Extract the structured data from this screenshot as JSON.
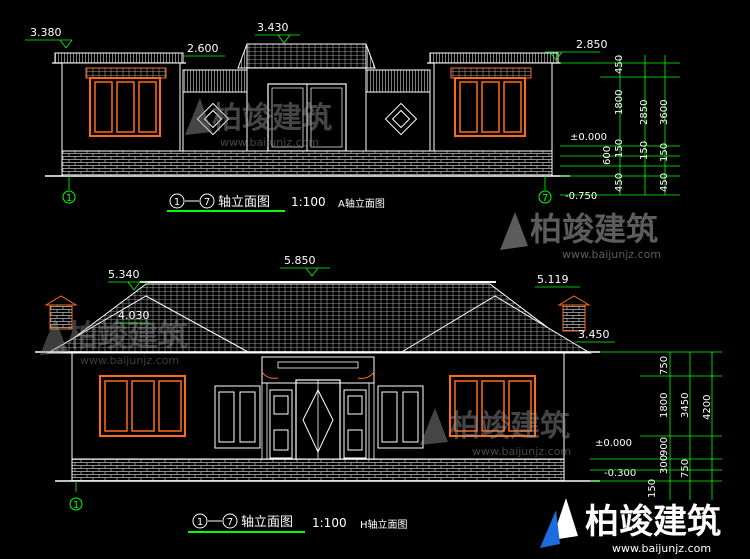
{
  "elevation_a": {
    "elevations": {
      "left_eave": "3.380",
      "ridge": "3.430",
      "left_wing": "2.600",
      "right_wing": "2.850"
    },
    "dims_right": [
      "450",
      "1800",
      "±0.000",
      "150",
      "600",
      "150",
      "-0.750",
      "450",
      "2850",
      "3600",
      "150",
      "450"
    ],
    "axis_left": "1",
    "axis_right": "7",
    "title_axis_a": "1",
    "title_axis_b": "7",
    "title_text": "轴立面图",
    "scale": "1:100",
    "subtitle": "A轴立面图"
  },
  "elevation_h": {
    "elevations": {
      "ridge": "5.850",
      "left_eave": "5.340",
      "left_step": "4.030",
      "right_chimney": "5.119",
      "right_eave": "3.450",
      "floor": "±0.000",
      "ground": "-0.300"
    },
    "dims_right": [
      "750",
      "1800",
      "900",
      "300",
      "750",
      "3450",
      "4200",
      "150"
    ],
    "axis_left": "1",
    "title_axis_a": "1",
    "title_axis_b": "7",
    "title_text": "轴立面图",
    "scale": "1:100",
    "subtitle": "H轴立面图"
  },
  "watermark": {
    "brand": "柏竣建筑",
    "url": "www.baijunjz.com"
  },
  "colors": {
    "background": "#000000",
    "line": "#ffffff",
    "dimension": "#00ff00",
    "window_frame": "#ff6a1a",
    "watermark": "#7f7f7f"
  }
}
